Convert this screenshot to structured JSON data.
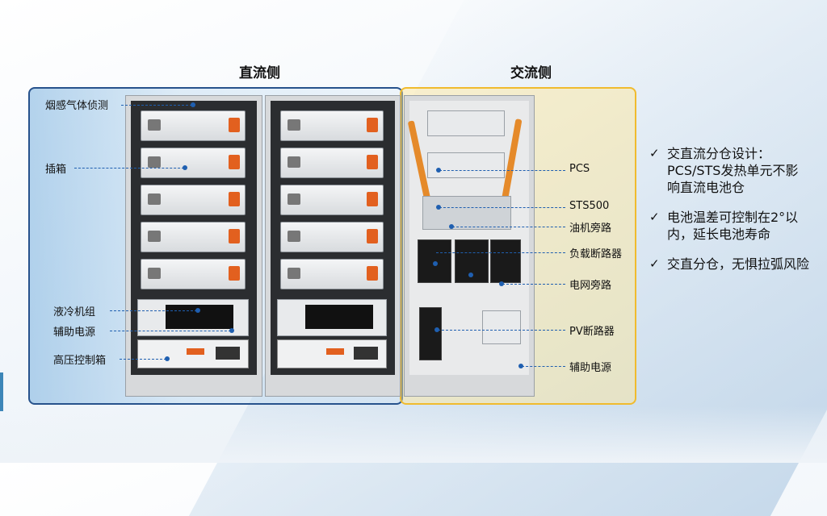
{
  "dc_title": "直流侧",
  "ac_title": "交流侧",
  "dc_labels": {
    "smoke": "烟感气体侦测",
    "plugin": "插箱",
    "cooling": "液冷机组",
    "aux_power": "辅助电源",
    "hv_box": "高压控制箱"
  },
  "ac_labels": {
    "pcs": "PCS",
    "sts": "STS500",
    "gen_bypass": "油机旁路",
    "load_breaker": "负载断路器",
    "grid_bypass": "电网旁路",
    "pv_breaker": "PV断路器",
    "aux_power": "辅助电源"
  },
  "points": [
    {
      "check": "✓",
      "text": "交直流分仓设计：PCS/STS发热单元不影响直流电池仓"
    },
    {
      "check": "✓",
      "text": "电池温差可控制在2°以内，延长电池寿命"
    },
    {
      "check": "✓",
      "text": "交直分仓，无惧拉弧风险"
    }
  ],
  "colors": {
    "dc_border": "#27528c",
    "ac_border": "#f0bb2e",
    "leader": "#1f5fb0",
    "accent_orange": "#e2601f"
  }
}
